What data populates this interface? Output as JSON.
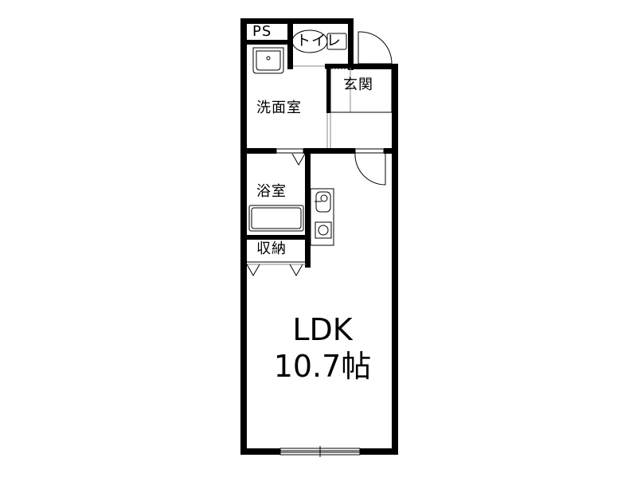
{
  "floorplan": {
    "rooms": [
      {
        "id": "ps",
        "label": "PS"
      },
      {
        "id": "toilet",
        "label": "トイレ"
      },
      {
        "id": "entrance",
        "label": "玄関"
      },
      {
        "id": "washroom",
        "label": "洗面室"
      },
      {
        "id": "bathroom",
        "label": "浴室"
      },
      {
        "id": "storage",
        "label": "収納"
      },
      {
        "id": "ldk",
        "label": "LDK",
        "size": "10.7帖"
      }
    ],
    "fixtures": [
      "washbasin",
      "toilet",
      "bathtub",
      "kitchen-sink",
      "stove",
      "front-door",
      "interior-door",
      "window"
    ],
    "colors": {
      "wall": "#000000",
      "background": "#ffffff",
      "line": "#000000"
    }
  }
}
